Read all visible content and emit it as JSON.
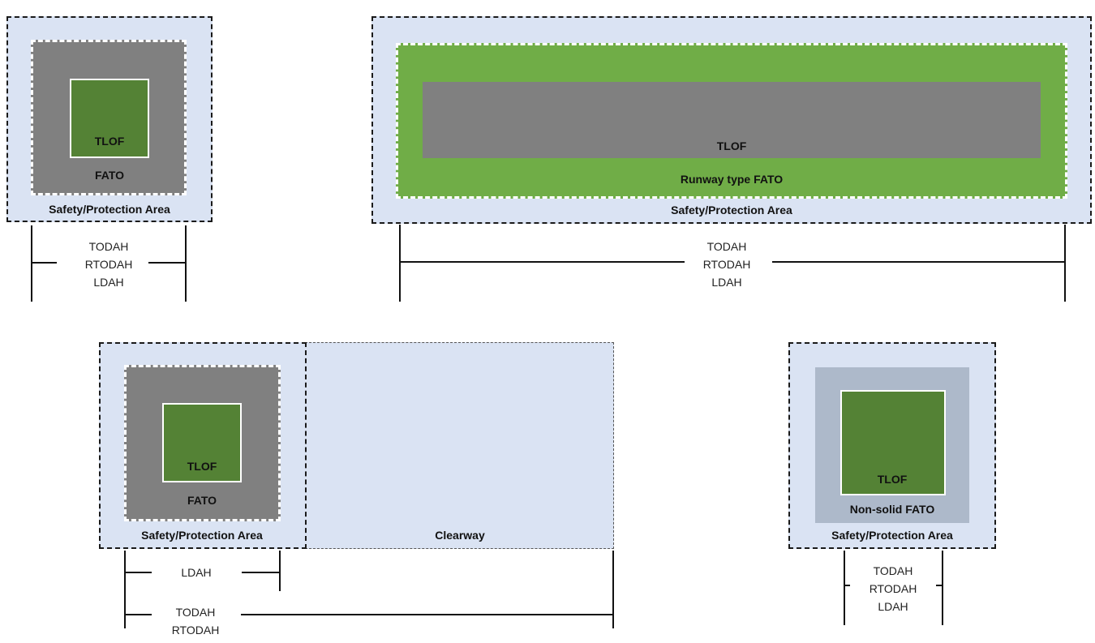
{
  "labels": {
    "tlof": "TLOF",
    "fato": "FATO",
    "runway_fato": "Runway type FATO",
    "nonsolid_fato": "Non-solid FATO",
    "safety": "Safety/Protection Area",
    "clearway": "Clearway",
    "todah": "TODAH",
    "rtodah": "RTODAH",
    "ldah": "LDAH"
  },
  "colors": {
    "safety_area": "#dae3f3",
    "fato_grey": "#808080",
    "fato_green": "#70ad47",
    "tlof_green": "#548235",
    "nonsolid_fato": "#adb9ca"
  }
}
